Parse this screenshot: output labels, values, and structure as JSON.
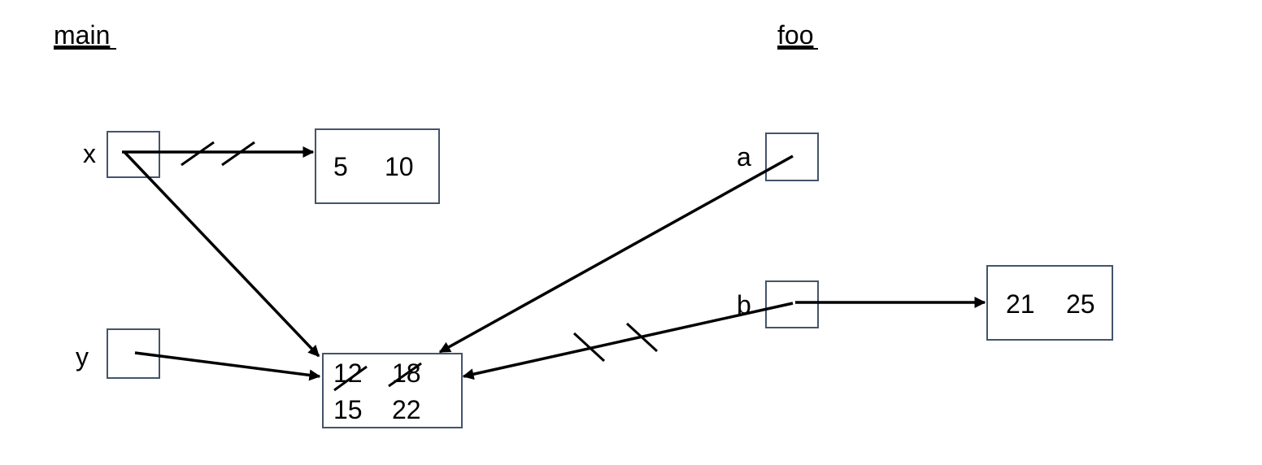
{
  "frames": {
    "main": {
      "title": "main"
    },
    "foo": {
      "title": "foo"
    }
  },
  "variables": {
    "x": "x",
    "y": "y",
    "a": "a",
    "b": "b"
  },
  "arrays": {
    "array1": {
      "values": [
        "5",
        "10"
      ]
    },
    "array2": {
      "values": [
        "12",
        "18",
        "15",
        "22"
      ],
      "crossed_out": [
        "12",
        "18"
      ]
    },
    "array3": {
      "values": [
        "21",
        "25"
      ]
    }
  },
  "pointers": [
    {
      "from": "x",
      "to": "array1",
      "struck": true
    },
    {
      "from": "x",
      "to": "array2",
      "struck": false
    },
    {
      "from": "y",
      "to": "array2",
      "struck": false
    },
    {
      "from": "a",
      "to": "array2",
      "struck": false
    },
    {
      "from": "b",
      "to": "array2",
      "struck": true
    },
    {
      "from": "b",
      "to": "array3",
      "struck": false
    }
  ],
  "colors": {
    "box_border": "#44546a",
    "arrow": "#000000"
  }
}
